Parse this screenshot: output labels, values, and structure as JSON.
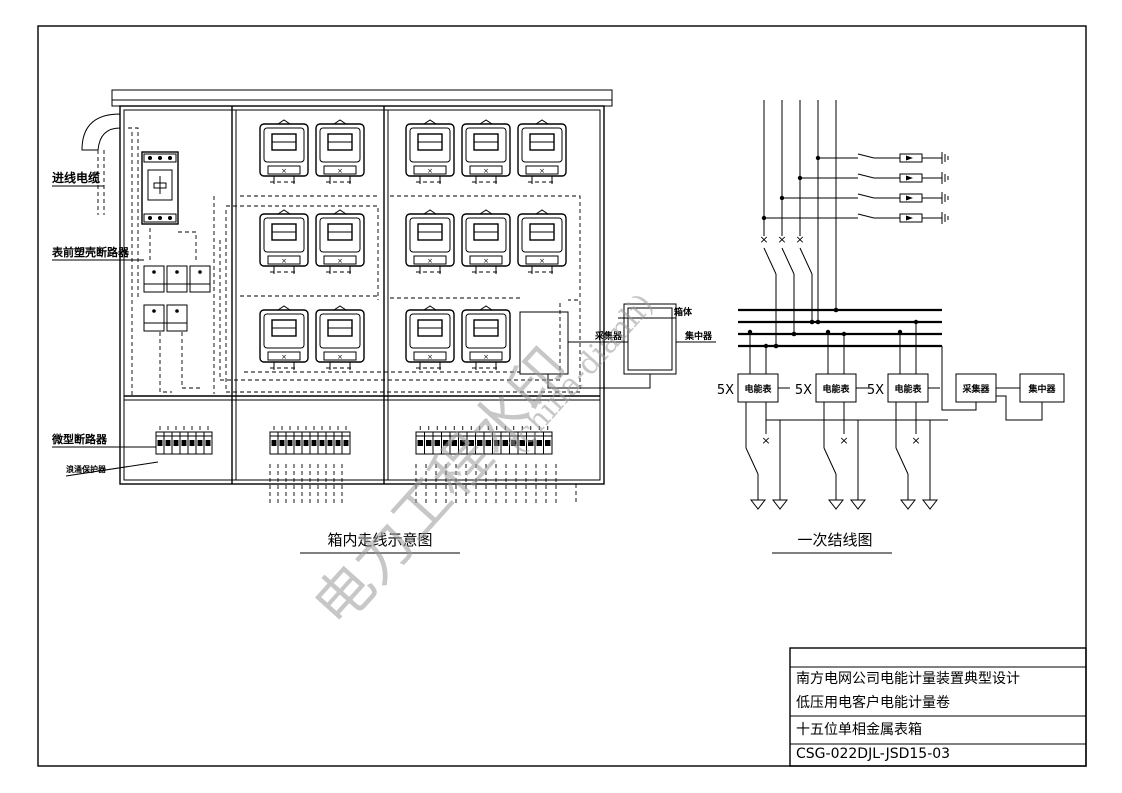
{
  "labels": {
    "incoming_cable": "进线电缆",
    "pre_meter_breaker": "表前塑壳断路器",
    "mini_breaker": "微型断路器",
    "surge_protector": "浪涌保护器",
    "box_body": "箱体",
    "collector": "采集器",
    "concentrator": "集中器"
  },
  "captions": {
    "wiring_diagram": "箱内走线示意图",
    "primary_diagram": "一次结线图"
  },
  "single_line": {
    "meter_groups": [
      {
        "multiplier": "5X",
        "label": "电能表"
      },
      {
        "multiplier": "5X",
        "label": "电能表"
      },
      {
        "multiplier": "5X",
        "label": "电能表"
      }
    ],
    "collector_label": "采集器",
    "concentrator_label": "集中器"
  },
  "title_block": {
    "line1": "南方电网公司电能计量装置典型设计",
    "line2": "低压用电客户电能计量卷",
    "line3": "十五位单相金属表箱",
    "line4": "CSG-022DJL-JSD15-03"
  },
  "watermark": {
    "text_main": "电力工程水印",
    "text_sub": "(china-dianli)"
  },
  "icons": {
    "ground": "ground-icon",
    "switch": "switch-icon",
    "meter": "meter-icon"
  }
}
